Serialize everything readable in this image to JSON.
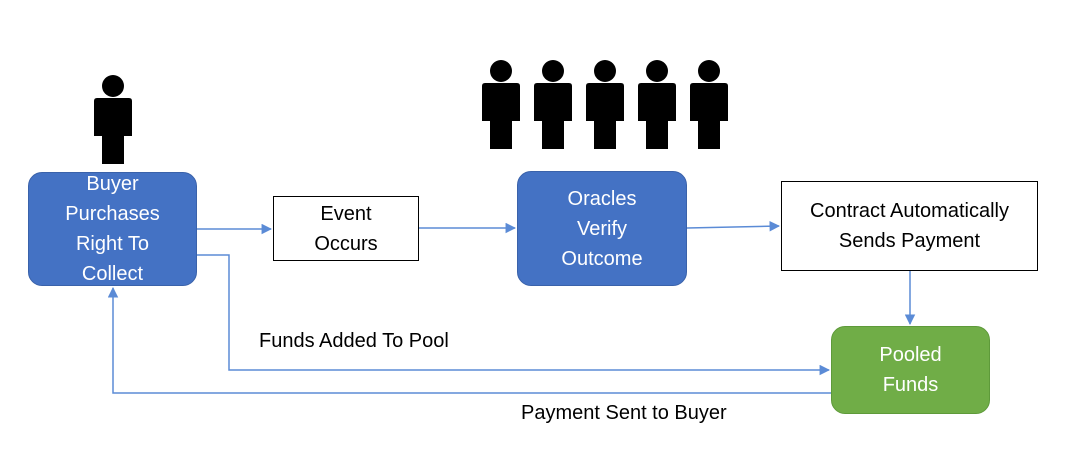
{
  "diagram": {
    "nodes": {
      "buyer": "Buyer\nPurchases\nRight To\nCollect",
      "event": "Event\nOccurs",
      "oracles": "Oracles\nVerify\nOutcome",
      "contract": "Contract Automatically\nSends Payment",
      "pooled": "Pooled\nFunds"
    },
    "edge_labels": {
      "funds_added": "Funds Added To Pool",
      "payment_sent": "Payment Sent to Buyer"
    },
    "actors": {
      "buyer_count": 1,
      "oracle_count": 5
    },
    "colors": {
      "blue_fill": "#4472c4",
      "green_fill": "#70ad47",
      "connector": "#5b8bd6",
      "person": "#000000"
    }
  }
}
